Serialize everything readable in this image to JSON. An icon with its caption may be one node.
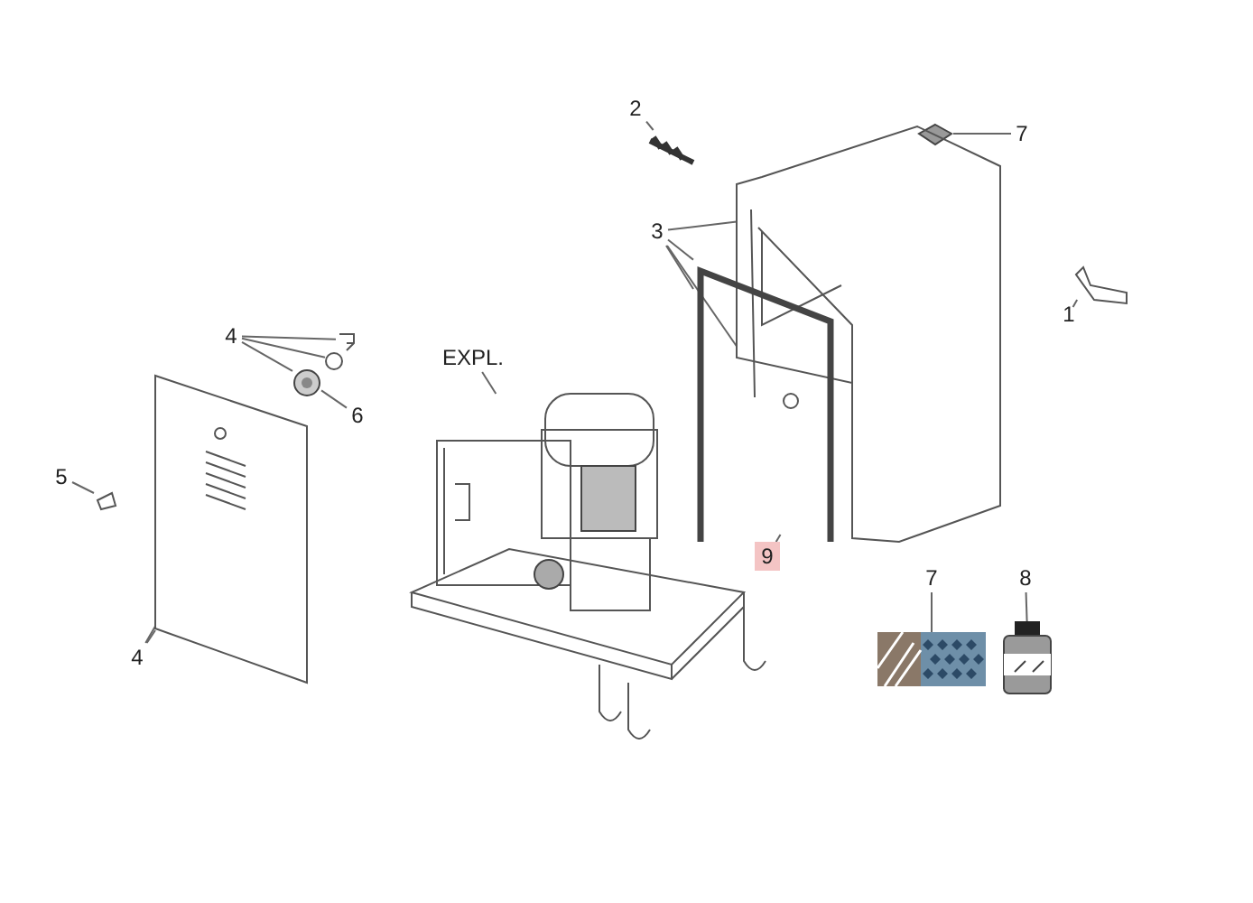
{
  "diagram": {
    "nodes": [
      {
        "text": [
          "2"
        ]
      },
      {
        "text": [],
        "shape": "picture"
      },
      {
        "text": [
          "7"
        ]
      },
      {
        "text": [],
        "shape": "picture"
      },
      {
        "text": [
          "3"
        ]
      },
      {
        "text": [],
        "shape": "picture"
      },
      {
        "text": [],
        "shape": "picture"
      },
      {
        "text": [
          "1"
        ]
      },
      {
        "text": [],
        "shape": "picture"
      },
      {
        "text": [
          "4"
        ]
      },
      {
        "text": [],
        "shape": "picture"
      },
      {
        "text": [],
        "shape": "circle"
      },
      {
        "text": [],
        "shape": "picture"
      },
      {
        "text": [
          "EXPL."
        ]
      },
      {
        "text": [
          "6"
        ]
      },
      {
        "text": [],
        "shape": "picture"
      },
      {
        "text": [
          "5"
        ]
      },
      {
        "text": [],
        "shape": "picture"
      },
      {
        "text": [],
        "shape": "picture"
      },
      {
        "text": [
          "9"
        ]
      },
      {
        "text": [
          "4"
        ]
      },
      {
        "text": [
          "7"
        ]
      },
      {
        "text": [],
        "shape": "picture"
      },
      {
        "text": [
          "8"
        ]
      },
      {
        "text": [],
        "shape": "picture"
      }
    ],
    "edges": [
      {
        "from": 0,
        "to": 1,
        "arrow": "none"
      },
      {
        "from": 2,
        "to": 3,
        "arrow": "none"
      },
      {
        "from": 4,
        "to": 5,
        "arrow": "none"
      },
      {
        "from": 4,
        "to": 6,
        "arrow": "none"
      },
      {
        "from": 4,
        "to": 6,
        "arrow": "none"
      },
      {
        "from": 4,
        "to": 5,
        "arrow": "none"
      },
      {
        "from": 7,
        "to": 8,
        "arrow": "none"
      },
      {
        "from": 9,
        "to": 10,
        "arrow": "none"
      },
      {
        "from": 9,
        "to": 11,
        "arrow": "none"
      },
      {
        "from": 9,
        "to": 12,
        "arrow": "none"
      },
      {
        "from": 13,
        "to": 15,
        "arrow": "none"
      },
      {
        "from": 14,
        "to": 12,
        "arrow": "none"
      },
      {
        "from": 16,
        "to": 17,
        "arrow": "none"
      },
      {
        "from": 20,
        "to": 18,
        "arrow": "none"
      },
      {
        "from": 20,
        "to": 18,
        "arrow": "none"
      },
      {
        "from": 19,
        "to": 6,
        "arrow": "none"
      },
      {
        "from": 21,
        "to": 22,
        "arrow": "none"
      },
      {
        "from": 23,
        "to": 24,
        "arrow": "none"
      }
    ]
  }
}
